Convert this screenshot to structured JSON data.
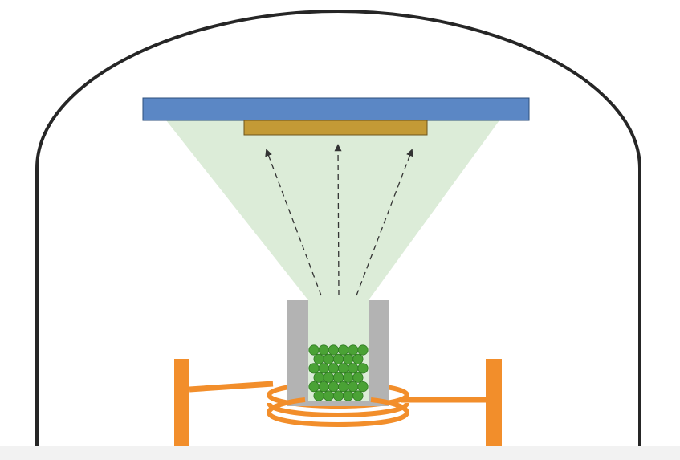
{
  "diagram": {
    "description_visible_text": "",
    "colors": {
      "chamber_outline": "#262626",
      "substrate_holder": "#5b87c5",
      "substrate": "#c39a36",
      "vapor_plume": "#dcecd8",
      "arrows": "#333333",
      "crucible": "#b3b3b3",
      "source_pellets": "#4aa235",
      "pellet_outline": "#2f7a22",
      "heater_coil": "#f28e2b",
      "floor": "#f2f2f2"
    },
    "elements": [
      "vacuum-chamber",
      "substrate-holder",
      "substrate",
      "vapor-plume",
      "vapor-flux-arrows",
      "crucible",
      "source-material",
      "heating-coil",
      "electrode-posts"
    ]
  }
}
